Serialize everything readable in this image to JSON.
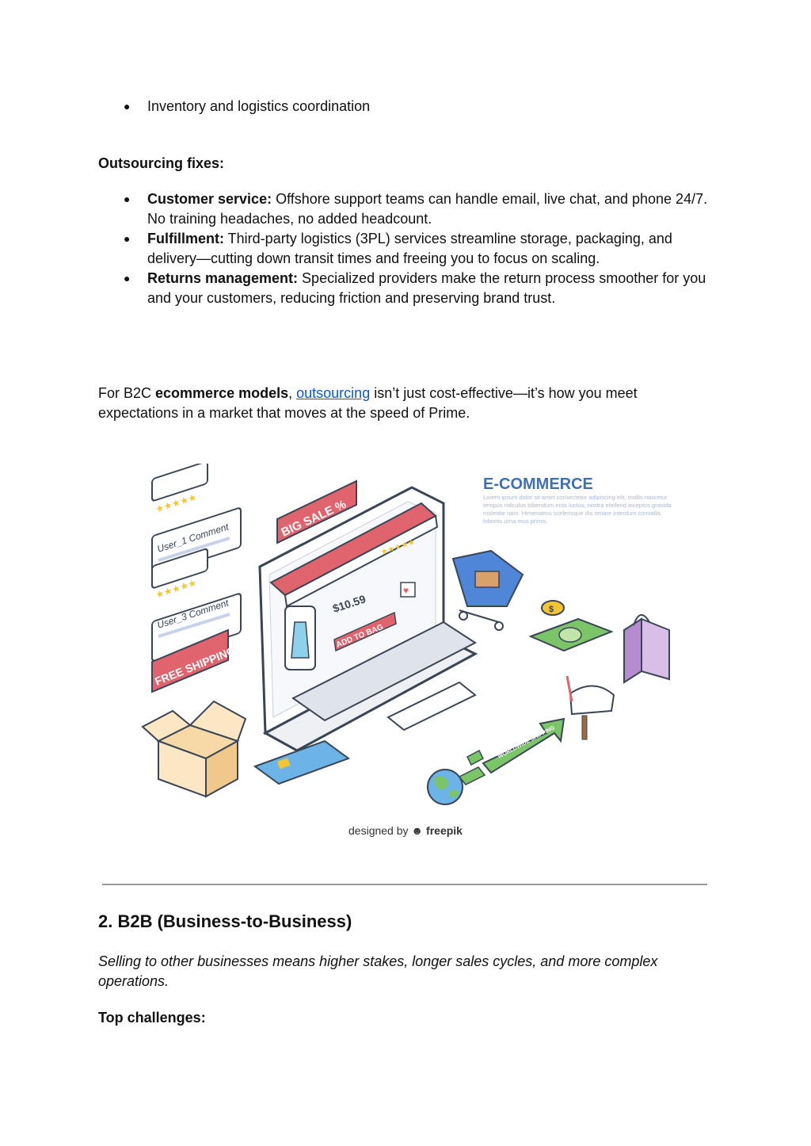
{
  "top_bullet": "Inventory and logistics coordination",
  "fixes_heading": "Outsourcing fixes:",
  "fixes": [
    {
      "label": "Customer service:",
      "text": " Offshore support teams can handle email, live chat, and phone 24/7. No training headaches, no added headcount."
    },
    {
      "label": "Fulfillment:",
      "text": " Third-party logistics (3PL) services streamline storage, packaging, and delivery—cutting down transit times and freeing you to focus on scaling."
    },
    {
      "label": "Returns management:",
      "text": " Specialized providers make the return process smoother for you and your customers, reducing friction and preserving brand trust."
    }
  ],
  "para": {
    "pre": "For B2C ",
    "bold": "ecommerce models",
    "comma": ", ",
    "link": "outsourcing",
    "post": " isn’t just cost-effective—it’s how you meet expectations in a market that moves at the speed of Prime."
  },
  "illustration": {
    "title": "E-COMMERCE",
    "lorem": "Lorem ipsum dolor sit amet consectetur adipiscing elit, mollis nascetur tempus ridiculus bibendum eros luctus, nostra eleifend inceptos gravida molestie nam. Himenaeos scelerisque dis ornare interdum convallis lobortis urna mus primis.",
    "big_sale": "BIG SALE %",
    "comment1": "User_1 Comment",
    "comment3": "User_3 Comment",
    "free_shipping": "FREE SHIPPING",
    "price": "$10.59",
    "add_to_bag": "ADD TO BAG",
    "worldwide": "WORLDWIDE SHIPPING",
    "stars": "★★★★★",
    "credit_pre": "designed by ",
    "credit_brand": "freepik",
    "colors": {
      "accent_red": "#e0646e",
      "blue": "#3f6fb5",
      "green": "#7cc468",
      "purple": "#c9a7dc"
    }
  },
  "section_heading": "2. B2B (Business-to-Business)",
  "section_intro": "Selling to other businesses means higher stakes, longer sales cycles, and more complex operations.",
  "challenges_heading": "Top challenges:"
}
